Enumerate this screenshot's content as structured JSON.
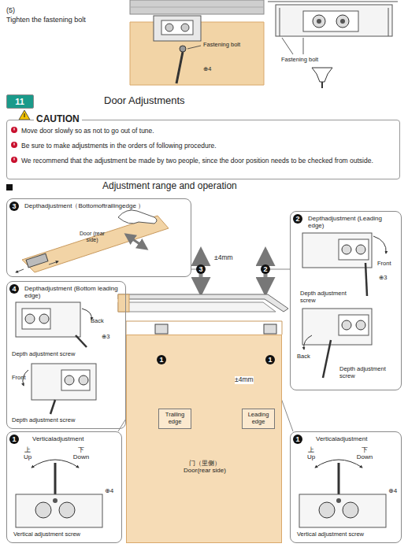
{
  "diagram": {
    "title": "Door Adjustments",
    "nodes": [
      {
        "text": [
          "CAUTION",
          "Move door slowly so as not to go out of tune.",
          "Be sure to make adjustments in the orders of following procedure.",
          "We recommend that the adjustment be made by two people, since the door position needs to be checked from outside."
        ]
      },
      {
        "text": [
          "11"
        ]
      },
      {
        "text": [
          "Depthadjustment（Bottomoftrailingedge ）",
          "Door (rear side)"
        ]
      },
      {
        "text": [
          "Depthadjustment (Leading edge)",
          "Front",
          "⊕3",
          "Depth adjustment screw",
          "Back",
          "Depth adjustment screw"
        ]
      },
      {
        "text": [
          "Depthadjustment (Bottom leading edge)",
          "Back",
          "⊕3",
          "Depth adjustment screw",
          "Front",
          "Depth adjustment screw"
        ]
      },
      {
        "text": [
          "门（里侧） Door(rear side)"
        ]
      },
      {
        "text": [
          "Trailing edge"
        ],
        "in": 5
      },
      {
        "text": [
          "Leading edge"
        ],
        "in": 5
      },
      {
        "text": [
          "Verticaladjustment",
          "上 Up",
          "下 Down",
          "⊕4",
          "Vertical adjustment screw"
        ]
      },
      {
        "text": [
          "Verticaladjustment",
          "上 Up",
          "下 Down",
          "⊕4",
          "Vertical adjustment screw"
        ]
      }
    ],
    "labels": [
      "(5)",
      "Tighten the fastening bolt",
      "Fastening bolt",
      "⊕4",
      "Fastening bolt",
      "Adjustment range and operation",
      "±4mm",
      "3",
      "2",
      "3",
      "2",
      "4",
      "1",
      "1",
      "±4mm",
      "1",
      "1"
    ]
  }
}
